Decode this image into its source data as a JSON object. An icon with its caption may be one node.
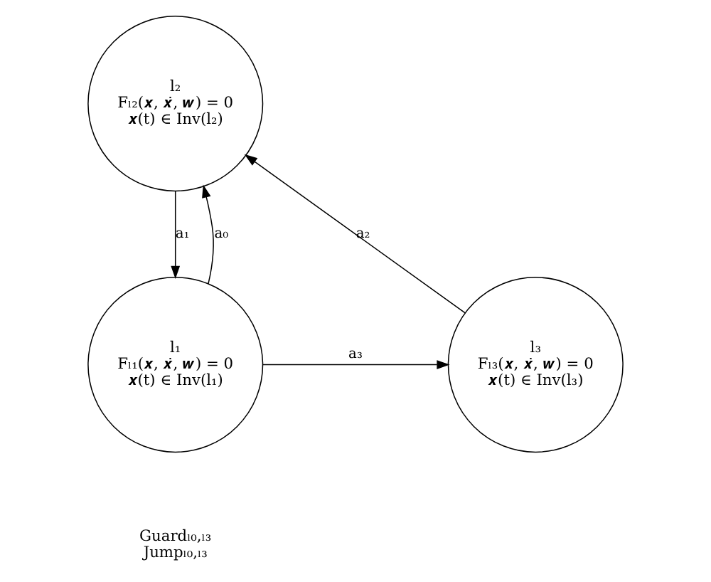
{
  "diagram": {
    "nodes": [
      {
        "text": [
          "l₂",
          "Fₗ₂(𝒙, 𝒙̇, 𝒘) = 0",
          "𝒙(t) ∈ Inv(l₂)"
        ]
      },
      {
        "text": [
          "l₁",
          "Fₗ₁(𝒙, 𝒙̇, 𝒘) = 0",
          "𝒙(t) ∈ Inv(l₁)"
        ]
      },
      {
        "text": [
          "l₃",
          "Fₗ₃(𝒙, 𝒙̇, 𝒘) = 0",
          "𝒙(t) ∈ Inv(l₃)"
        ]
      }
    ],
    "edges": [
      {
        "from": 1,
        "to": 0,
        "arrow": "to",
        "label": "a₀"
      },
      {
        "from": 0,
        "to": 1,
        "arrow": "to",
        "label": "a₁"
      },
      {
        "from": 2,
        "to": 0,
        "arrow": "to",
        "label": "a₂"
      },
      {
        "from": 1,
        "to": 2,
        "arrow": "to",
        "label": "a₃"
      }
    ],
    "labels": [
      "Guardₗ₀,ₗ₃",
      "Jumpₗ₀,ₗ₃"
    ]
  }
}
